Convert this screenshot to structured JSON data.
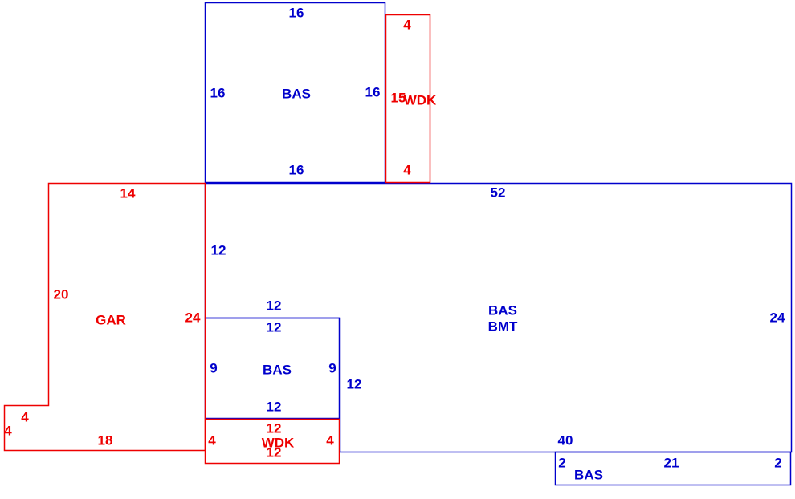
{
  "colors": {
    "blue": "#0000cc",
    "red": "#ee0000",
    "background": "#ffffff"
  },
  "areas": {
    "bas_upper": {
      "label": "BAS",
      "dim_top": "16",
      "dim_left": "16",
      "dim_right": "16",
      "dim_bottom": "16"
    },
    "wdk_upper": {
      "label": "WDK",
      "dim_top": "4",
      "dim_left": "15",
      "dim_bottom": "4"
    },
    "gar": {
      "label": "GAR",
      "dim_top": "14",
      "dim_left": "20",
      "dim_right": "24",
      "dim_bottom": "18",
      "dim_step_width": "4",
      "dim_step_height": "4"
    },
    "bas_bmt": {
      "label_line1": "BAS",
      "label_line2": "BMT",
      "dim_top": "52",
      "dim_left": "12",
      "dim_notch_top": "12",
      "dim_notch_side": "12",
      "dim_right": "24",
      "dim_bottom": "40"
    },
    "bas_inner": {
      "label": "BAS",
      "dim_top": "12",
      "dim_left": "9",
      "dim_right": "9",
      "dim_bottom": "12"
    },
    "wdk_lower": {
      "label": "WDK",
      "dim_top": "12",
      "dim_left": "4",
      "dim_right": "4",
      "dim_bottom": "12"
    },
    "bas_strip": {
      "label": "BAS",
      "dim_left": "2",
      "dim_middle": "21",
      "dim_right": "2"
    }
  }
}
